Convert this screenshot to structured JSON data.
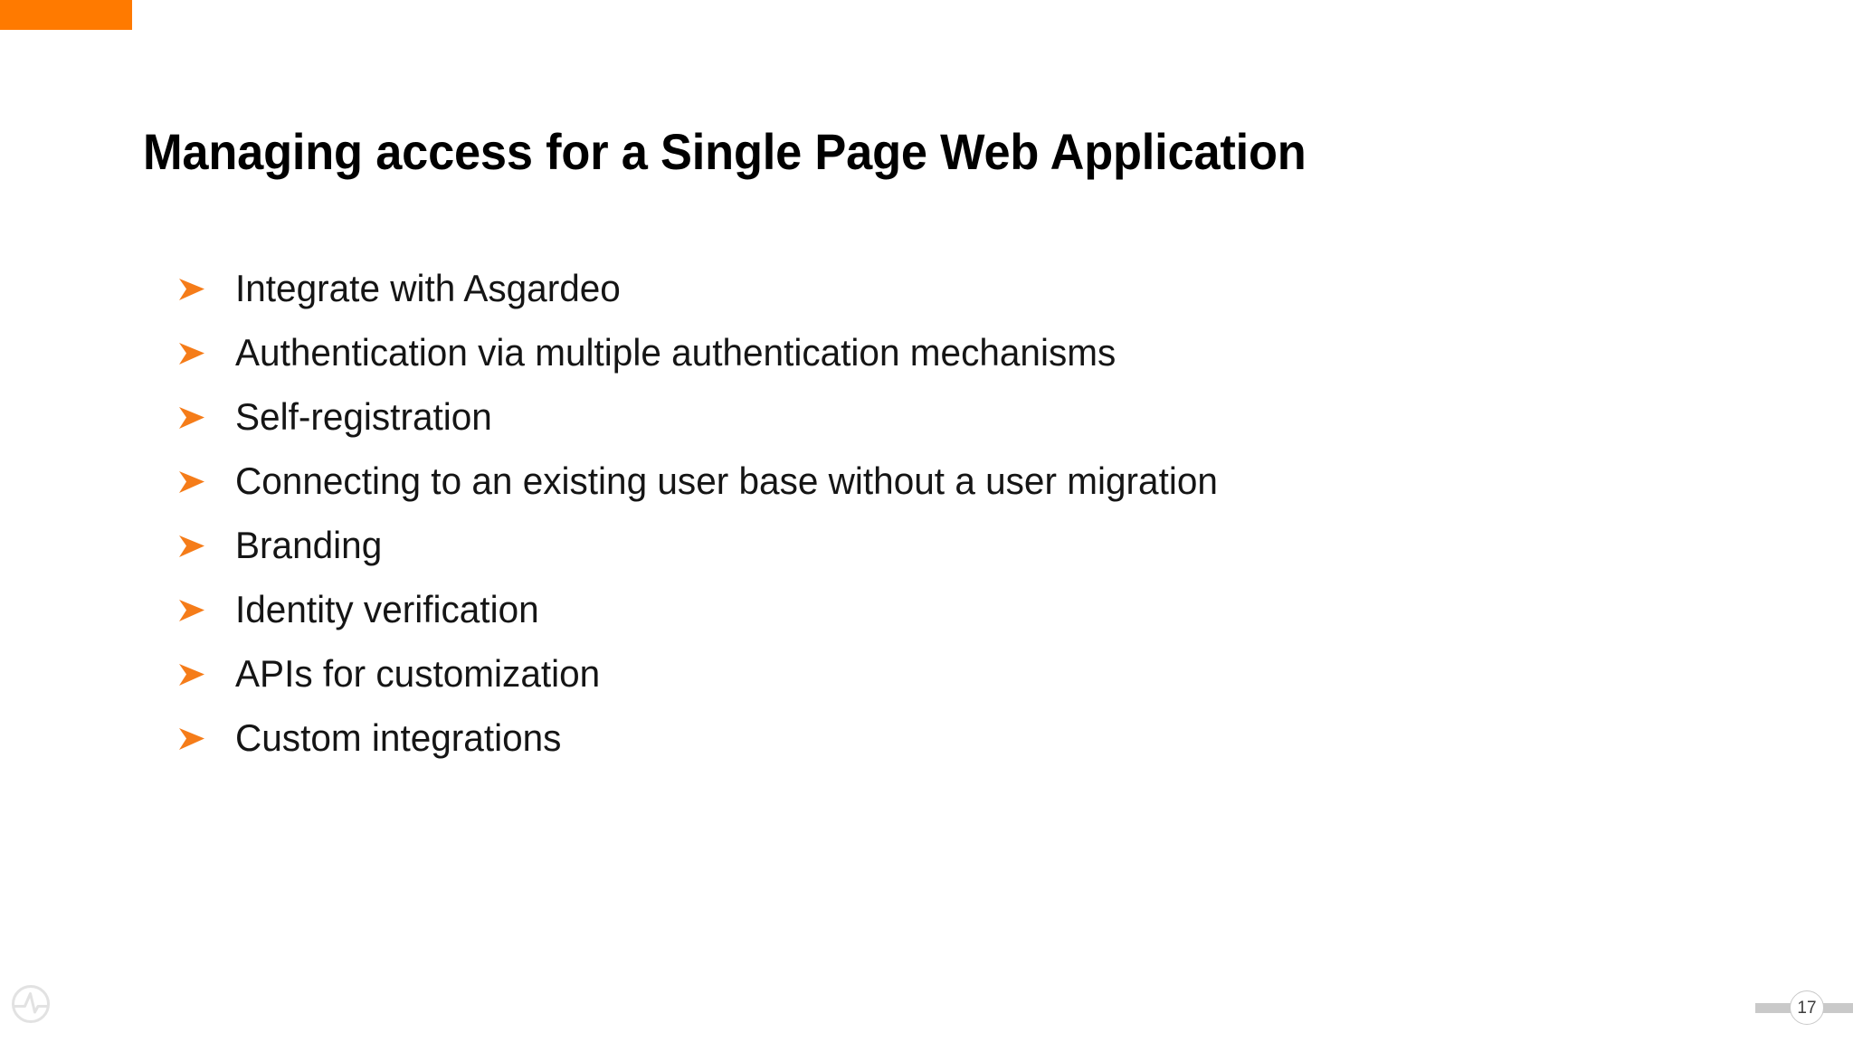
{
  "slide": {
    "title": "Managing access for a Single Page Web Application",
    "background_color": "#ffffff",
    "accent_color": "#ff7a00",
    "text_color": "#151515",
    "bullet_marker_icon": "arrowhead-right-icon",
    "bullet_marker_color": "#f57c19",
    "bullets": [
      {
        "text": "Integrate with Asgardeo"
      },
      {
        "text": "Authentication via multiple authentication mechanisms"
      },
      {
        "text": "Self-registration"
      },
      {
        "text": "Connecting to an existing user base without a user migration"
      },
      {
        "text": "Branding"
      },
      {
        "text": "Identity verification"
      },
      {
        "text": "APIs for customization"
      },
      {
        "text": "Custom integrations"
      }
    ]
  },
  "footer": {
    "logo_icon": "pulse-circle-logo-icon",
    "logo_color": "#e2e2e2",
    "page_number": "17",
    "page_bar_color": "#c9c9c9"
  }
}
